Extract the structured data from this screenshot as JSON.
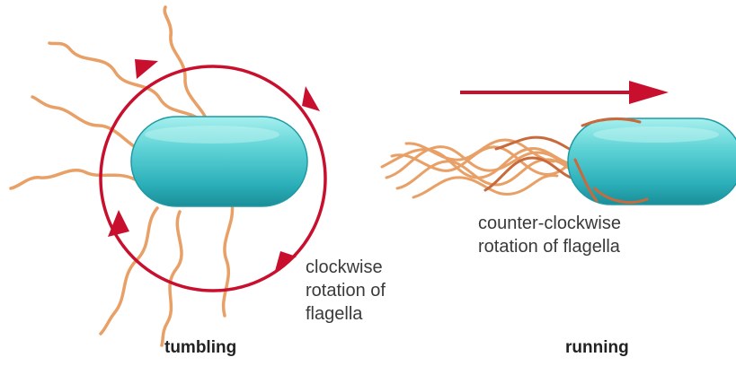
{
  "panels": {
    "tumbling": {
      "caption": "tumbling",
      "label_lines": [
        "clockwise",
        "rotation of",
        "flagella"
      ]
    },
    "running": {
      "caption": "running",
      "label_lines": [
        "counter-clockwise",
        "rotation of flagella"
      ]
    }
  },
  "colors": {
    "arrow": "#c8102e",
    "flagella": "#e8a066",
    "flagella_dark": "#c96a3c",
    "cell_light": "#7fe0e0",
    "cell_mid": "#35bcc4",
    "cell_dark": "#1a8e98"
  }
}
